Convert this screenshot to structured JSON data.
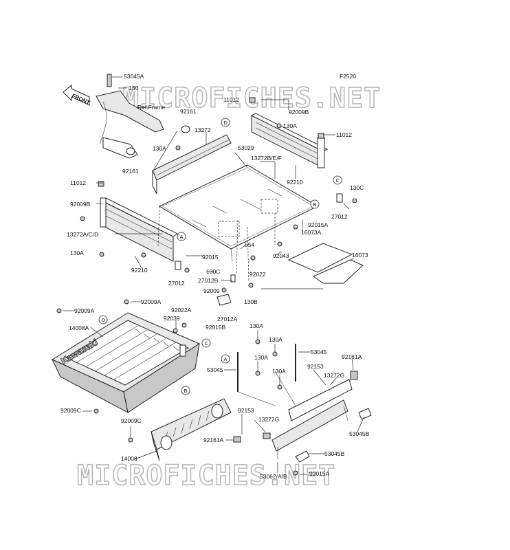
{
  "diagram": {
    "figure_code": "F2520",
    "watermark_top": "MICROFICHES.NET",
    "watermark_bottom": "MICROFICHES.NET",
    "front_label": "FRONT",
    "ref_label": "Ref.Frame",
    "bed_branding": "Kawasaki",
    "part_labels": [
      "53045A",
      "130",
      "92161",
      "13272",
      "130A",
      "11012",
      "92009B",
      "130A",
      "11012",
      "53029",
      "13272B/E/F",
      "92210",
      "130C",
      "27012",
      "92161",
      "11012",
      "92009B",
      "13272A/C/D",
      "130A",
      "92210",
      "27012",
      "92015",
      "130C",
      "27012B",
      "92009",
      "27012A",
      "92015B",
      "130B",
      "92022",
      "554",
      "92043",
      "16073A",
      "16073",
      "92015A",
      "92009A",
      "92009A",
      "92022A",
      "92039",
      "14008A",
      "92009C",
      "92009C",
      "14008",
      "130A",
      "130A",
      "53045",
      "130A",
      "53045",
      "130A",
      "92153",
      "92161A",
      "13272G",
      "92153",
      "13272G",
      "92161A",
      "53045B",
      "53045B",
      "53062/A/B",
      "92015A"
    ],
    "callouts": [
      "D",
      "C",
      "B",
      "A",
      "D",
      "C",
      "B",
      "A"
    ]
  }
}
